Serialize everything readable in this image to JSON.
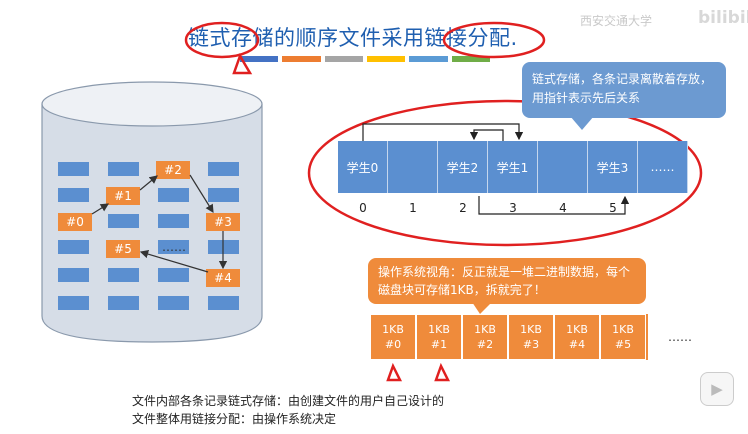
{
  "title": "链式存储的顺序文件采用链接分配.",
  "watermark": "西安交通大学",
  "logo": "bilibili",
  "colors": [
    "#4472c4",
    "#ed7d31",
    "#a5a5a5",
    "#ffc000",
    "#5b9bd5",
    "#70ad47"
  ],
  "callout_top": "链式存储，各条记录离散着存放，用指针表示先后关系",
  "students": [
    "学生0",
    "",
    "学生2",
    "学生1",
    "",
    "学生3",
    "……"
  ],
  "indices": [
    "0",
    "1",
    "2",
    "3",
    "4",
    "5"
  ],
  "callout_os": "操作系统视角：反正就是一堆二进制数据，每个磁盘块可存储1KB，拆就完了！",
  "disk_blocks": [
    {
      "size": "1KB",
      "id": "#0"
    },
    {
      "size": "1KB",
      "id": "#1"
    },
    {
      "size": "1KB",
      "id": "#2"
    },
    {
      "size": "1KB",
      "id": "#3"
    },
    {
      "size": "1KB",
      "id": "#4"
    },
    {
      "size": "1KB",
      "id": "#5"
    }
  ],
  "disk_more": "……",
  "chain_blocks": [
    "#0",
    "#1",
    "#2",
    "#3",
    "#4",
    "#5"
  ],
  "chain_more": "……",
  "notes": [
    "文件内部各条记录链式存储：由创建文件的用户自己设计的",
    "文件整体用链接分配：由操作系统决定"
  ]
}
